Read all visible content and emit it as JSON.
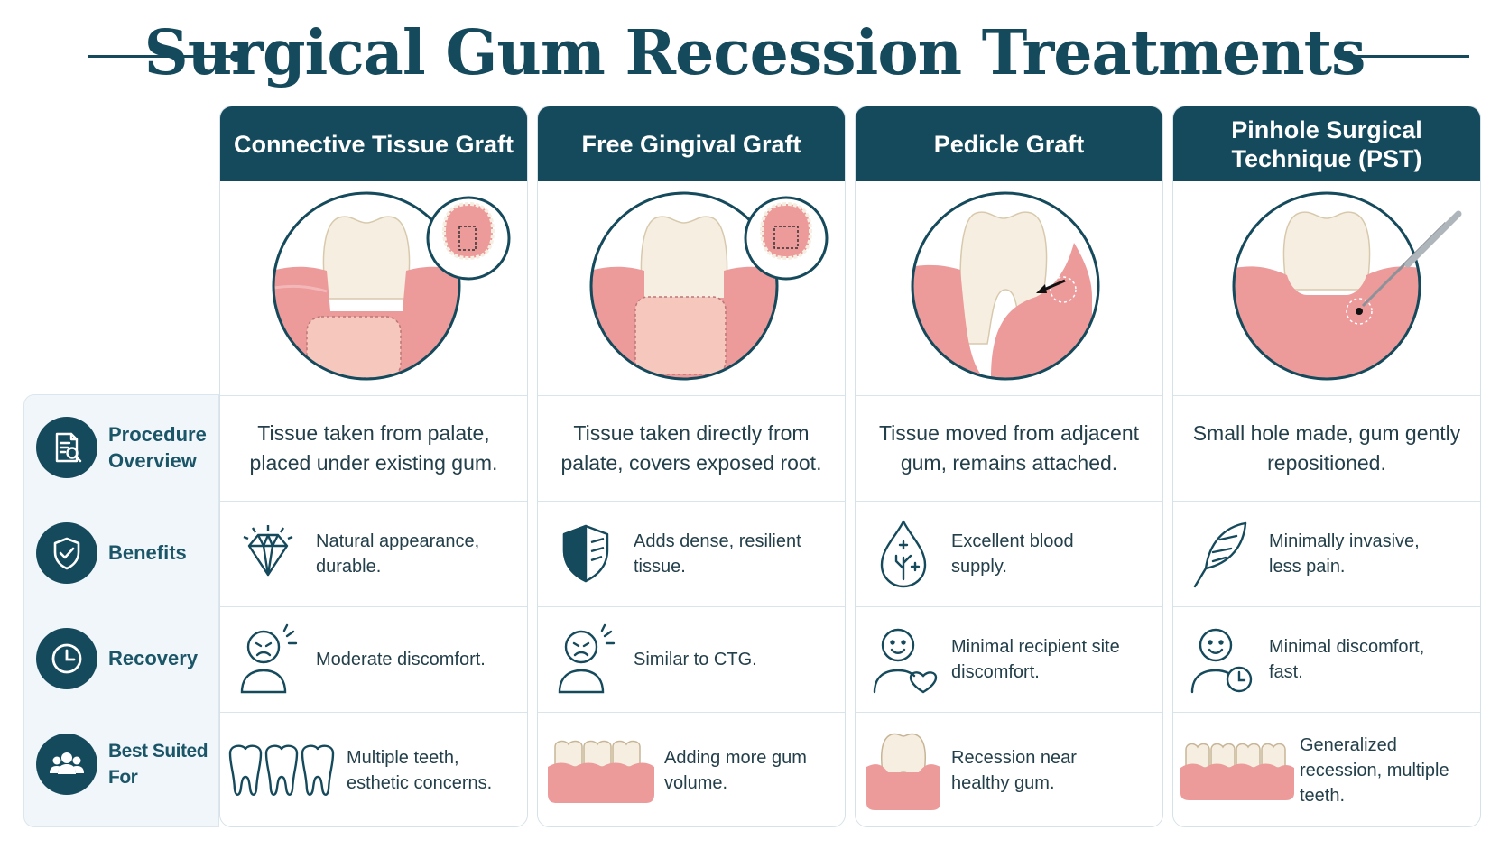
{
  "page": {
    "title": "Surgical Gum Recession Treatments",
    "colors": {
      "primary": "#154a5c",
      "gum": "#ec9a9a",
      "tooth": "#f6efe1",
      "label_bg": "#f1f6fa"
    }
  },
  "rows": [
    {
      "label": "Procedure Overview",
      "icon": "clipboard-search-icon"
    },
    {
      "label": "Benefits",
      "icon": "shield-check-icon"
    },
    {
      "label": "Recovery",
      "icon": "clock-icon"
    },
    {
      "label": "Best Suited For",
      "icon": "people-group-icon"
    }
  ],
  "treatments": [
    {
      "name": "Connective Tissue Graft",
      "overview": "Tissue taken from palate, placed under existing gum.",
      "benefit": {
        "text": "Natural appearance, durable.",
        "icon": "diamond-icon"
      },
      "recovery": {
        "text": "Moderate discomfort.",
        "icon": "discomfort-face-icon"
      },
      "suited": {
        "text": "Multiple teeth, esthetic concerns.",
        "icon": "three-teeth-icon"
      }
    },
    {
      "name": "Free Gingival Graft",
      "overview": "Tissue taken directly from palate, covers exposed root.",
      "benefit": {
        "text": "Adds dense, resilient tissue.",
        "icon": "half-shield-icon"
      },
      "recovery": {
        "text": "Similar to CTG.",
        "icon": "discomfort-face-icon"
      },
      "suited": {
        "text": "Adding more gum volume.",
        "icon": "gum-teeth-icon"
      }
    },
    {
      "name": "Pedicle Graft",
      "overview": "Tissue moved from adjacent gum, remains attached.",
      "benefit": {
        "text": "Excellent blood supply.",
        "icon": "blood-drop-icon"
      },
      "recovery": {
        "text": "Minimal recipient site discomfort.",
        "icon": "smile-heart-icon"
      },
      "suited": {
        "text": "Recession near healthy gum.",
        "icon": "single-tooth-gum-icon"
      }
    },
    {
      "name": "Pinhole Surgical Technique (PST)",
      "overview": "Small hole made, gum gently repositioned.",
      "benefit": {
        "text": "Minimally invasive, less pain.",
        "icon": "feather-icon"
      },
      "recovery": {
        "text": "Minimal discomfort, fast.",
        "icon": "smile-clock-icon"
      },
      "suited": {
        "text": "Generalized recession, multiple teeth.",
        "icon": "four-teeth-gum-icon"
      }
    }
  ]
}
